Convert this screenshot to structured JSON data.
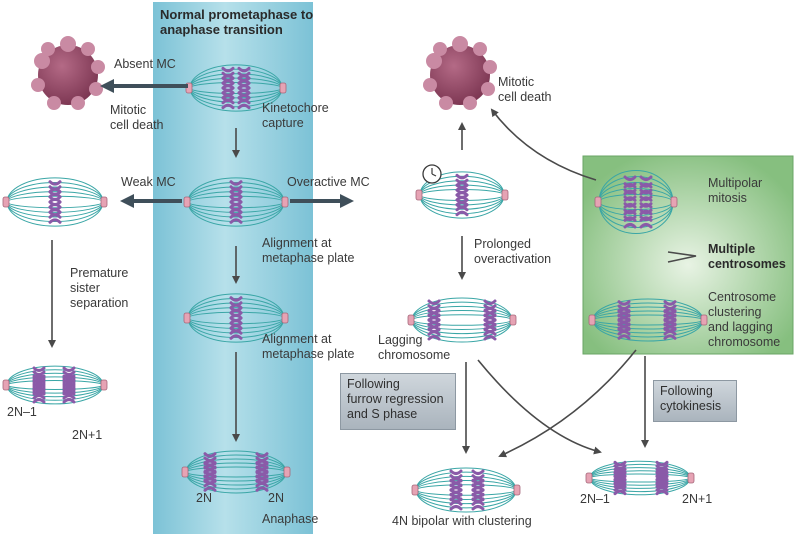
{
  "header": {
    "line1": "Normal prometaphase to",
    "line2": "anaphase transition"
  },
  "labels": {
    "absent_mc": "Absent MC",
    "mitotic_cell_death": "Mitotic\ncell death",
    "mitotic_cell_death_right": "Mitotic\ncell death",
    "kinetochore_capture": "Kinetochore\ncapture",
    "weak_mc": "Weak MC",
    "overactive_mc": "Overactive MC",
    "alignment_1": "Alignment at\nmetaphase plate",
    "alignment_2": "Alignment at\nmetaphase plate",
    "premature": "Premature\nsister\nseparation",
    "left_2n_minus": "2N–1",
    "left_2n_plus": "2N+1",
    "prolonged": "Prolonged\noveractivation",
    "lagging": "Lagging\nchromosome",
    "multipolar": "Multipolar\nmitosis",
    "multiple_centrosomes": "Multiple\ncentrosomes",
    "clustering": "Centrosome\nclustering\nand lagging\nchromosome",
    "furrow_box": "Following\nfurrow regression\nand S phase",
    "cytokinesis_box": "Following\ncytokinesis",
    "anaphase_2n_left": "2N",
    "anaphase_2n_right": "2N",
    "anaphase": "Anaphase",
    "bipolar": "4N bipolar with clustering",
    "right_2n_minus": "2N–1",
    "right_2n_plus": "2N+1"
  },
  "colors": {
    "band": "#7ec3d6",
    "green_panel": "#8fc48a",
    "spindle": "#3aa6a6",
    "chromosome": "#8a5aa8",
    "centrosome": "#e6a3b4",
    "dead_cell": "#8c3f5c",
    "arrow": "#4a4a4a",
    "thick_arrow": "#3f4f5a"
  }
}
